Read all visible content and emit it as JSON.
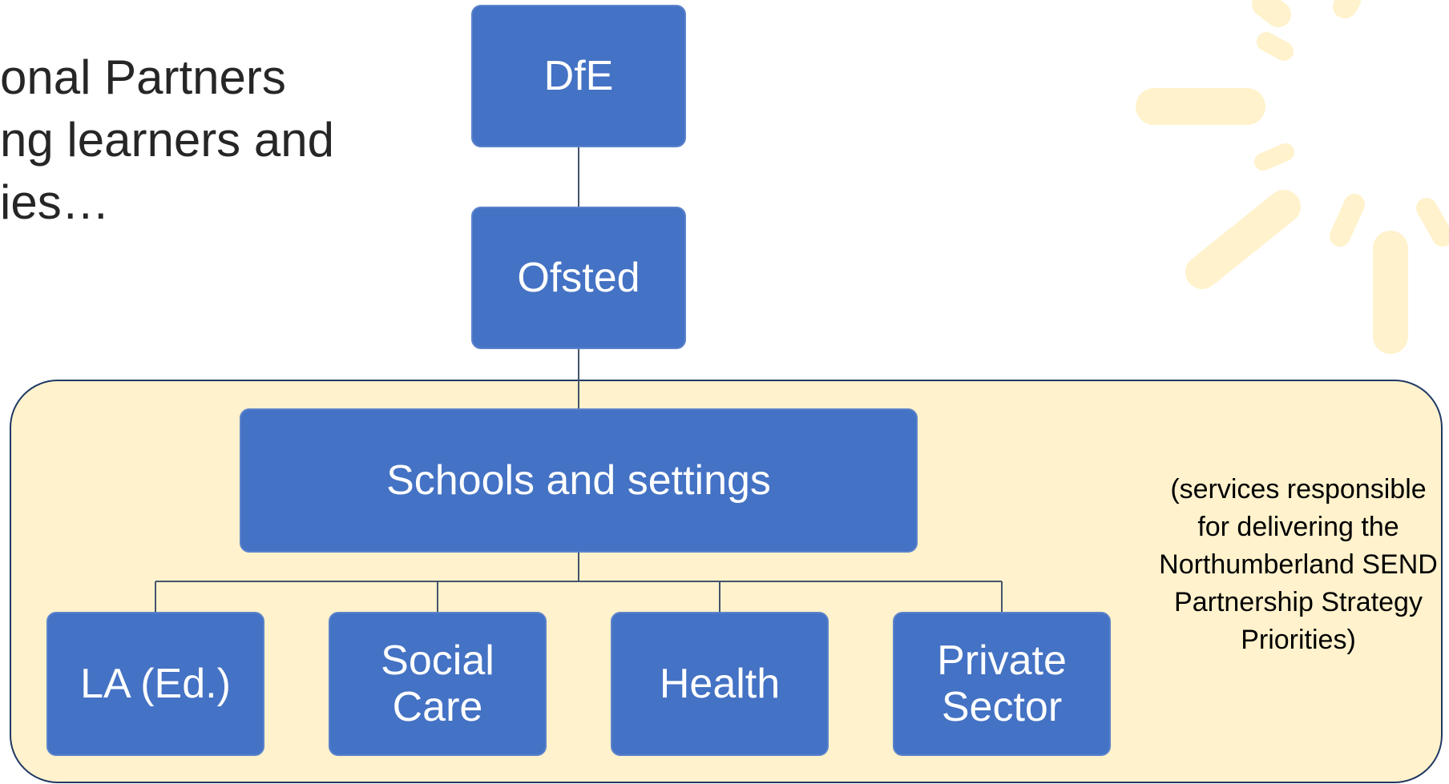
{
  "heading": {
    "lines": [
      "onal Partners",
      "ng learners and",
      "ies…"
    ]
  },
  "diagram": {
    "nodes": {
      "dfe": "DfE",
      "ofsted": "Ofsted",
      "schools": "Schools and settings",
      "la": "LA (Ed.)",
      "social_care": "Social\nCare",
      "health": "Health",
      "private_sector": "Private\nSector"
    },
    "note": "(services responsible for delivering the Northumberland SEND Partnership Strategy Priorities)"
  },
  "colors": {
    "node_fill": "#4472c4",
    "container_fill": "#fff2cc",
    "container_border": "#1f3864",
    "connector": "#44546a",
    "decoration": "#fff2cc"
  }
}
